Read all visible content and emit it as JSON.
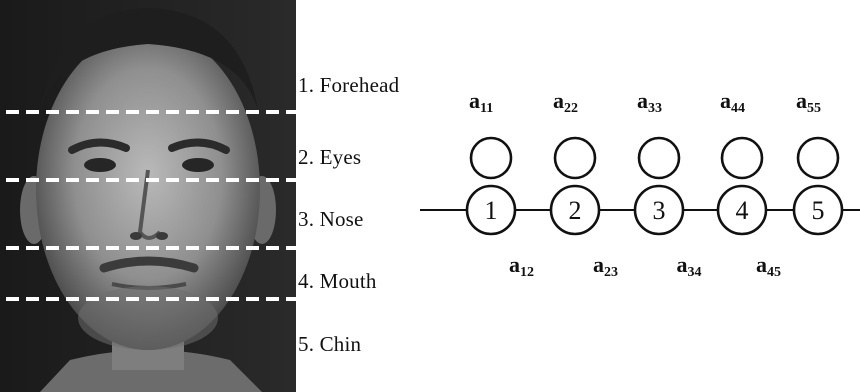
{
  "regions": [
    {
      "label": "1. Forehead"
    },
    {
      "label": "2. Eyes"
    },
    {
      "label": "3. Nose"
    },
    {
      "label": "4. Mouth"
    },
    {
      "label": "5. Chin"
    }
  ],
  "hmm": {
    "states": [
      "1",
      "2",
      "3",
      "4",
      "5"
    ],
    "self_transitions": [
      {
        "base": "a",
        "sub": "11"
      },
      {
        "base": "a",
        "sub": "22"
      },
      {
        "base": "a",
        "sub": "33"
      },
      {
        "base": "a",
        "sub": "44"
      },
      {
        "base": "a",
        "sub": "55"
      }
    ],
    "transitions": [
      {
        "base": "a",
        "sub": "12"
      },
      {
        "base": "a",
        "sub": "23"
      },
      {
        "base": "a",
        "sub": "34"
      },
      {
        "base": "a",
        "sub": "45"
      }
    ]
  },
  "colors": {
    "line": "#111111",
    "dash": "#ffffff"
  }
}
